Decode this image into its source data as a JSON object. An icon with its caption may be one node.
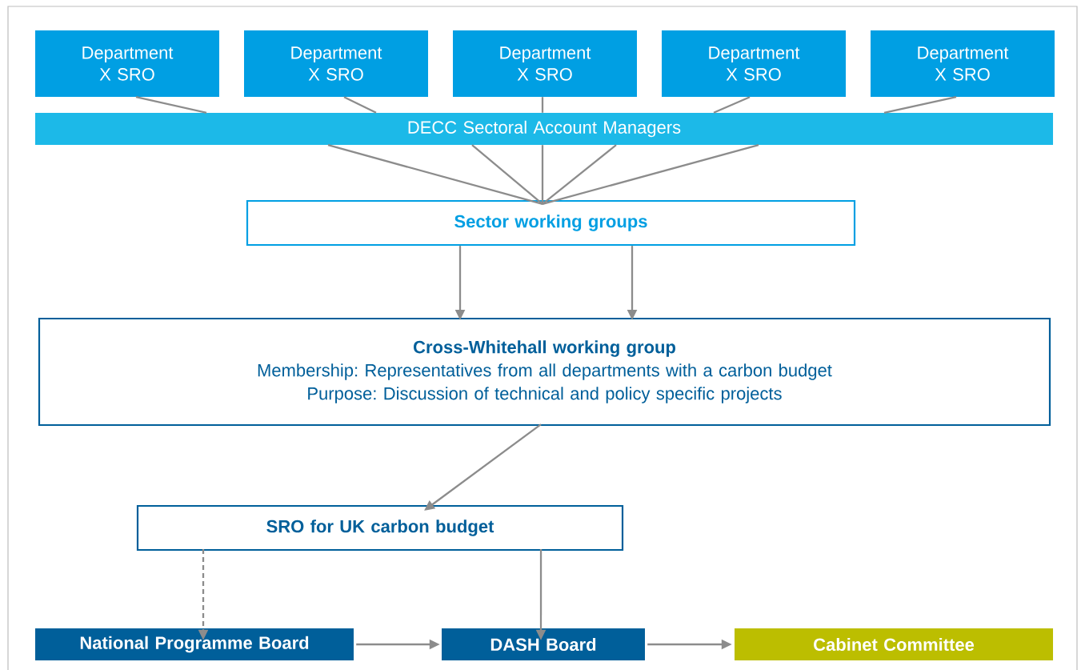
{
  "diagram": {
    "nodes": [
      {
        "text": [
          "Department X SRO"
        ]
      },
      {
        "text": [
          "Department X SRO"
        ]
      },
      {
        "text": [
          "Department X SRO"
        ]
      },
      {
        "text": [
          "Department X SRO"
        ]
      },
      {
        "text": [
          "Department X SRO"
        ]
      },
      {
        "text": [
          "DECC Sectoral Account Managers"
        ]
      },
      {
        "text": [
          "Sector working groups"
        ]
      },
      {
        "text": [
          "Cross-Whitehall working group",
          "Membership: Representatives from all departments with a carbon budget",
          "Purpose: Discussion of technical and policy specific projects"
        ]
      },
      {
        "text": [
          "SRO for UK carbon budget"
        ]
      },
      {
        "text": [
          "National Programme Board"
        ]
      },
      {
        "text": [
          "DASH Board"
        ]
      },
      {
        "text": [
          "Cabinet Committee"
        ]
      }
    ],
    "edges": [
      {
        "from": 0,
        "to": 5,
        "arrow": "none"
      },
      {
        "from": 1,
        "to": 5,
        "arrow": "none"
      },
      {
        "from": 2,
        "to": 5,
        "arrow": "none"
      },
      {
        "from": 3,
        "to": 5,
        "arrow": "none"
      },
      {
        "from": 4,
        "to": 5,
        "arrow": "none"
      },
      {
        "from": 5,
        "to": 6,
        "arrow": "none"
      },
      {
        "from": 5,
        "to": 6,
        "arrow": "none"
      },
      {
        "from": 5,
        "to": 6,
        "arrow": "none"
      },
      {
        "from": 5,
        "to": 6,
        "arrow": "none"
      },
      {
        "from": 5,
        "to": 6,
        "arrow": "none"
      },
      {
        "from": 6,
        "to": 7,
        "arrow": "to"
      },
      {
        "from": 6,
        "to": 7,
        "arrow": "to"
      },
      {
        "from": 7,
        "to": 8,
        "arrow": "to"
      },
      {
        "from": 8,
        "to": 9,
        "arrow": "to",
        "style": "dashed"
      },
      {
        "from": 8,
        "to": 10,
        "arrow": "to"
      },
      {
        "from": 9,
        "to": 10,
        "arrow": "to"
      },
      {
        "from": 10,
        "to": 11,
        "arrow": "to"
      }
    ]
  }
}
